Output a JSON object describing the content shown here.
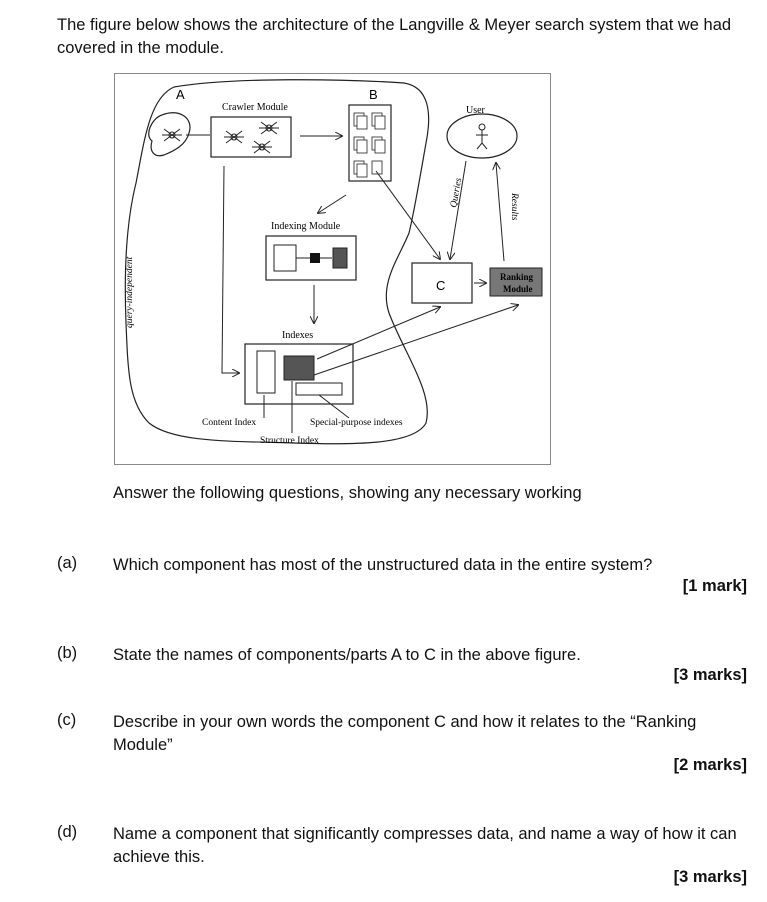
{
  "intro": "The figure below shows the architecture of the Langville & Meyer search system that we had covered in the module.",
  "figure": {
    "label_a": "A",
    "label_b": "B",
    "label_c": "C",
    "crawler_module": "Crawler Module",
    "indexing_module": "Indexing Module",
    "indexes": "Indexes",
    "content_index": "Content Index",
    "special_purpose_indexes": "Special-purpose indexes",
    "structure_index": "Structure Index",
    "user": "User",
    "queries": "Queries",
    "results": "Results",
    "ranking_module_line1": "Ranking",
    "ranking_module_line2": "Module",
    "query_independent": "query-independent"
  },
  "instruction": "Answer the following questions, showing any necessary working",
  "questions": [
    {
      "num": "(a)",
      "text": "Which component has most of the unstructured data in the entire system?",
      "marks": "[1 mark]"
    },
    {
      "num": "(b)",
      "text": "State the names of components/parts A to C in the above figure.",
      "marks": "[3 marks]"
    },
    {
      "num": "(c)",
      "text": "Describe in your own words the component C and how it relates to the “Ranking Module”",
      "marks": "[2 marks]"
    },
    {
      "num": "(d)",
      "text": "Name a component that significantly compresses data, and name a way of how it can achieve this.",
      "marks": "[3 marks]"
    }
  ]
}
